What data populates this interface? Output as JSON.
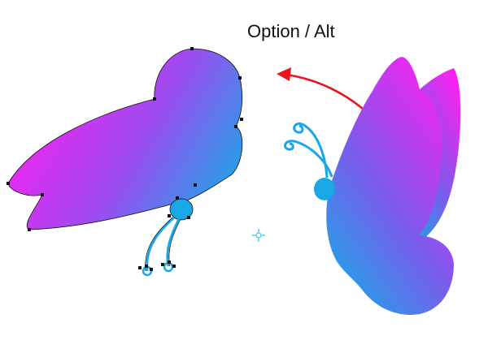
{
  "caption": "Option / Alt",
  "colors": {
    "gradient_start": "#ff1ff2",
    "gradient_end": "#1aa7e6",
    "arrow": "#e8141e",
    "selection_outline": "#111111",
    "origin_marker": "#2bc6e0"
  },
  "icons": {
    "rotate_arrow": "curved-arrow-icon",
    "origin_point": "crosshair-icon"
  },
  "shapes": [
    {
      "name": "butterfly-rotated-copy",
      "state": "selected"
    },
    {
      "name": "butterfly-original",
      "state": "unselected"
    }
  ]
}
